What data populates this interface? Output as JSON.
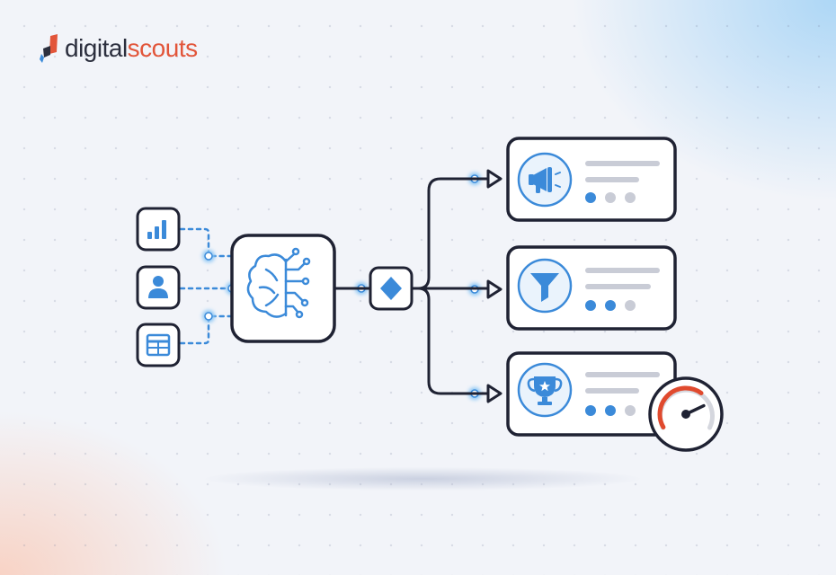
{
  "brand": {
    "name_part1": "digital",
    "name_part2": "scouts",
    "dark_color": "#2c2f3e",
    "accent_color": "#e2553a"
  },
  "colors": {
    "outline": "#1f2233",
    "primary_blue": "#3b8ad9",
    "light_blue": "#dbeafa",
    "connector_glow": "#8ec8f5",
    "muted_gray": "#c9ccd6",
    "gauge_red": "#e04a2e",
    "gauge_track": "#d5d7de"
  },
  "inputs": [
    {
      "id": "analytics",
      "icon": "bar-chart-icon"
    },
    {
      "id": "user",
      "icon": "user-icon"
    },
    {
      "id": "table",
      "icon": "table-icon"
    }
  ],
  "processor": {
    "icon": "ai-brain-icon"
  },
  "decision": {
    "icon": "diamond-icon"
  },
  "outputs": [
    {
      "id": "campaign",
      "icon": "megaphone-icon",
      "active_dots": 1,
      "total_dots": 3
    },
    {
      "id": "funnel",
      "icon": "funnel-icon",
      "active_dots": 2,
      "total_dots": 3
    },
    {
      "id": "reward",
      "icon": "trophy-icon",
      "active_dots": 2,
      "total_dots": 3
    }
  ],
  "gauge": {
    "icon": "speedometer-icon",
    "level": 0.65
  }
}
